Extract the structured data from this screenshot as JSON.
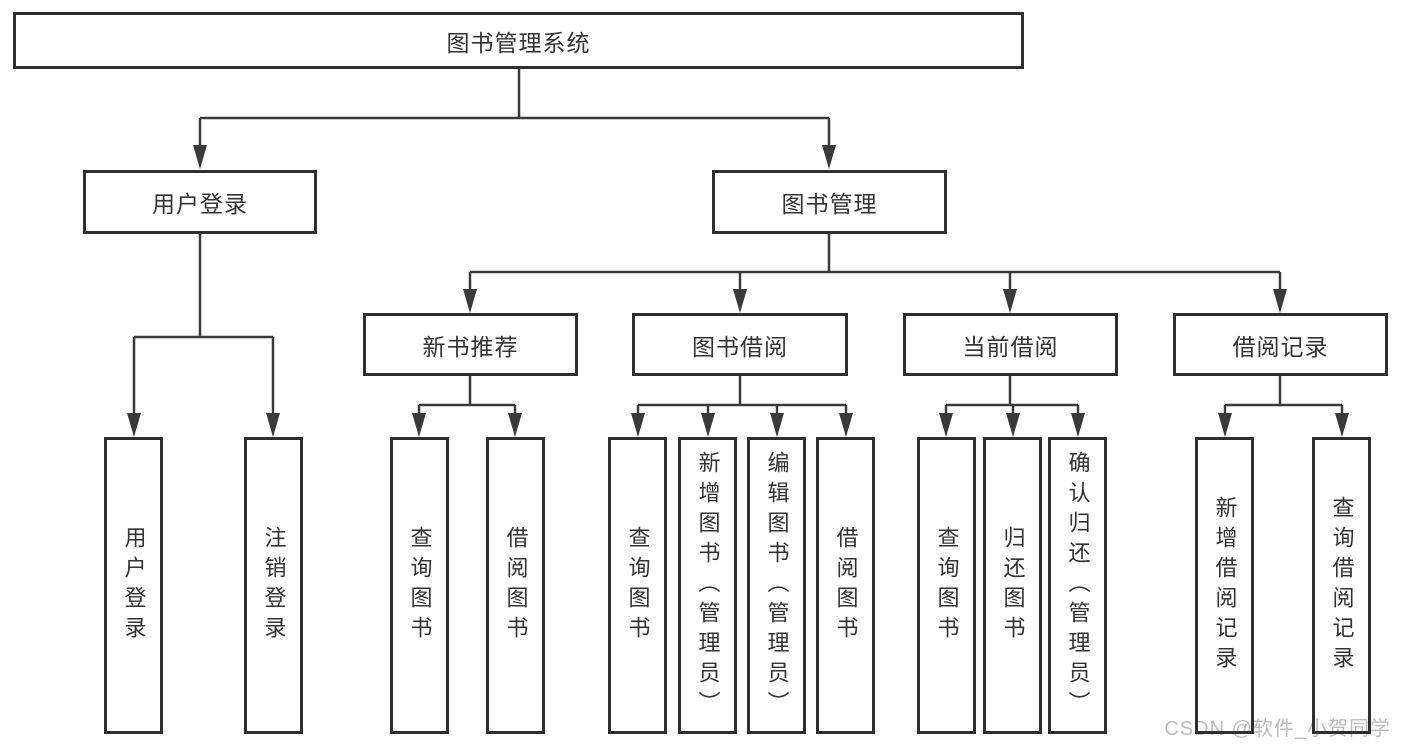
{
  "diagram": {
    "root": {
      "label": "图书管理系统"
    },
    "branches": [
      {
        "label": "用户登录",
        "children": [
          "用户登录",
          "注销登录"
        ]
      },
      {
        "label": "图书管理",
        "groups": [
          {
            "label": "新书推荐",
            "children": [
              "查询图书",
              "借阅图书"
            ]
          },
          {
            "label": "图书借阅",
            "children": [
              "查询图书",
              "新增图书（管理员）",
              "编辑图书（管理员）",
              "借阅图书"
            ]
          },
          {
            "label": "当前借阅",
            "children": [
              "查询图书",
              "归还图书",
              "确认归还（管理员）"
            ]
          },
          {
            "label": "借阅记录",
            "children": [
              "新增借阅记录",
              "查询借阅记录"
            ]
          }
        ]
      }
    ]
  },
  "watermark": {
    "text": "CSDN @软件_小贺同学",
    "color": "#bcbcbc"
  },
  "colors": {
    "box_border": "#2e2e2e",
    "connector": "#3a3a3a",
    "text": "#333333",
    "background": "#ffffff"
  }
}
